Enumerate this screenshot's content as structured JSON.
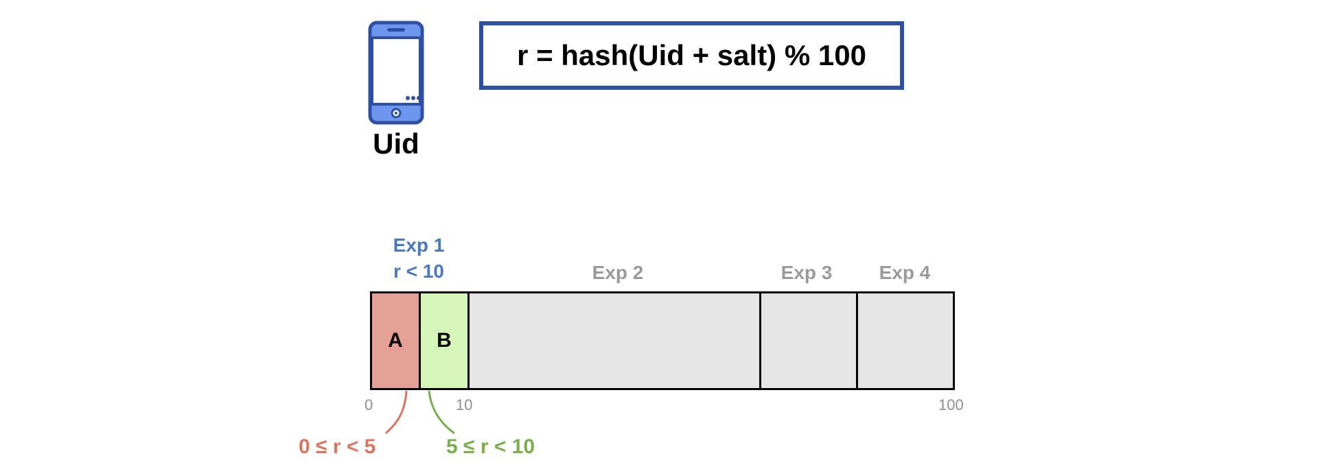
{
  "device": {
    "icon": "smartphone-icon",
    "label": "Uid",
    "color": "#2f4fa0",
    "fill": "#6f96ee"
  },
  "formula": "r = hash(Uid + salt) % 100",
  "experiments": [
    {
      "name": "Exp 1",
      "condition": "r < 10",
      "color": "#4a78b8"
    },
    {
      "name": "Exp 2",
      "color": "#9a9a9a"
    },
    {
      "name": "Exp 3",
      "color": "#9a9a9a"
    },
    {
      "name": "Exp 4",
      "color": "#9a9a9a"
    }
  ],
  "segments": {
    "a": {
      "label": "A",
      "color": "#e5a095"
    },
    "b": {
      "label": "B",
      "color": "#d6f6b8"
    },
    "rest_color": "#e5e5e5"
  },
  "ticks": [
    "0",
    "10",
    "100"
  ],
  "ranges": {
    "a": {
      "text": "0 ≤ r < 5",
      "color": "#d97561"
    },
    "b": {
      "text": "5 ≤ r < 10",
      "color": "#79ad4e"
    }
  }
}
